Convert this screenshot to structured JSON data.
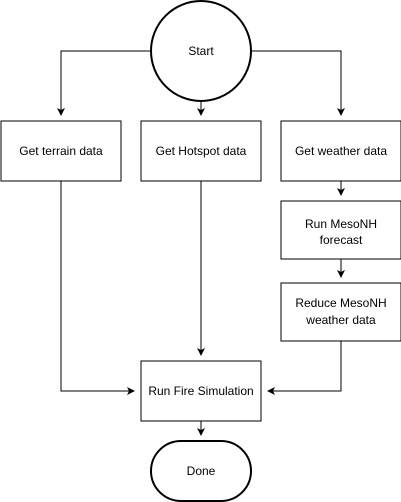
{
  "nodes": {
    "start": {
      "label": "Start",
      "shape": "circle"
    },
    "terrain": {
      "label": "Get terrain data",
      "shape": "rectangle"
    },
    "hotspot": {
      "label": "Get Hotspot data",
      "shape": "rectangle"
    },
    "weather": {
      "label": "Get weather data",
      "shape": "rectangle"
    },
    "mesonh_forecast": {
      "label_lines": [
        "Run MesoNH",
        "forecast"
      ],
      "shape": "rectangle"
    },
    "mesonh_reduce": {
      "label_lines": [
        "Reduce MesoNH",
        "weather data"
      ],
      "shape": "rectangle"
    },
    "fire_sim": {
      "label": "Run Fire Simulation",
      "shape": "rectangle"
    },
    "done": {
      "label": "Done",
      "shape": "rounded-terminal"
    }
  },
  "edges": [
    {
      "from": "start",
      "to": "terrain"
    },
    {
      "from": "start",
      "to": "hotspot"
    },
    {
      "from": "start",
      "to": "weather"
    },
    {
      "from": "weather",
      "to": "mesonh_forecast"
    },
    {
      "from": "mesonh_forecast",
      "to": "mesonh_reduce"
    },
    {
      "from": "terrain",
      "to": "fire_sim"
    },
    {
      "from": "hotspot",
      "to": "fire_sim"
    },
    {
      "from": "mesonh_reduce",
      "to": "fire_sim"
    },
    {
      "from": "fire_sim",
      "to": "done"
    }
  ],
  "colors": {
    "stroke": "#000000",
    "fill": "#ffffff",
    "text": "#000000"
  }
}
